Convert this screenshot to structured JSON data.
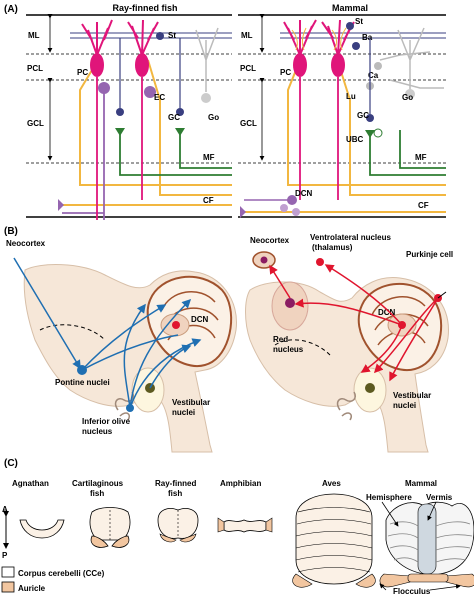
{
  "panels": {
    "A": "(A)",
    "B": "(B)",
    "C": "(C)"
  },
  "panel_a": {
    "left_title": "Ray-finned fish",
    "right_title": "Mammal",
    "layer_left": [
      "ML",
      "PCL",
      "GCL"
    ],
    "layer_right": [
      "ML",
      "PCL",
      "GCL"
    ],
    "fish_cells": [
      "St",
      "PC",
      "EC",
      "GC",
      "Go",
      "MF",
      "CF"
    ],
    "mammal_cells": [
      "St",
      "Ba",
      "PC",
      "Ca",
      "Lu",
      "Go",
      "GC",
      "UBC",
      "MF",
      "DCN",
      "CF"
    ]
  },
  "panel_b": {
    "left_labels": {
      "neocortex": "Neocortex",
      "dcn": "DCN",
      "pontine": "Pontine nuclei",
      "vestibular": "Vestibular nuclei",
      "inferior_olive": "Inferior olive nucleus"
    },
    "right_labels": {
      "neocortex": "Neocortex",
      "thalamus": "Ventrolateral nucleus (thalamus)",
      "purkinje": "Purkinje cell",
      "dcn": "DCN",
      "red": "Red nucleus",
      "vestibular": "Vestibular nuclei"
    }
  },
  "panel_c": {
    "species": [
      "Agnathan",
      "Cartilaginous fish",
      "Ray-finned fish",
      "Amphibian",
      "Aves",
      "Mammal"
    ],
    "axis_a": "A",
    "axis_p": "P",
    "hemisphere": "Hemisphere",
    "vermis": "Vermis",
    "flocculus": "Flocculus",
    "legend": [
      "Corpus cerebelli (CCe)",
      "Auricle"
    ]
  },
  "colors": {
    "purkinje": "#e0157a",
    "cf": "#f2b740",
    "mf": "#2e7d32",
    "pathway_blue": "#1f6fb2",
    "pathway_red": "#e0152e",
    "auricle": "#f2c6a0",
    "cce": "#fbf1e6",
    "brain": "#f6e7d8"
  }
}
